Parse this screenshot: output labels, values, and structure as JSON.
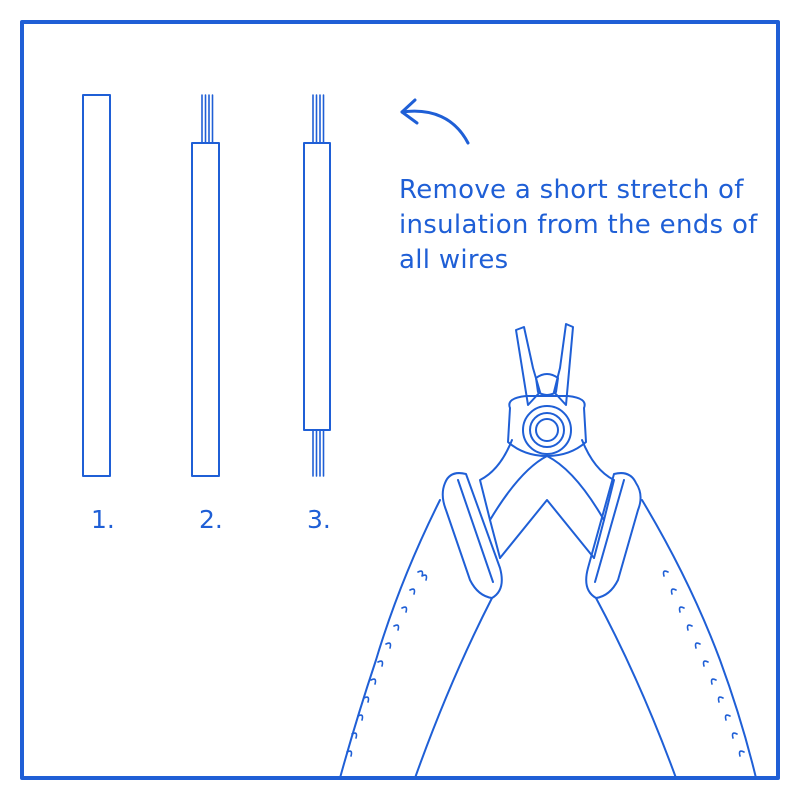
{
  "colors": {
    "stroke": "#1f5fd6",
    "background": "#ffffff"
  },
  "steps": [
    {
      "label": "1."
    },
    {
      "label": "2."
    },
    {
      "label": "3."
    }
  ],
  "instruction": "Remove a short stretch of insulation from the ends of all wires",
  "icons": {
    "arrow": "curved-arrow-icon",
    "tool": "wire-cutter-pliers-icon"
  }
}
